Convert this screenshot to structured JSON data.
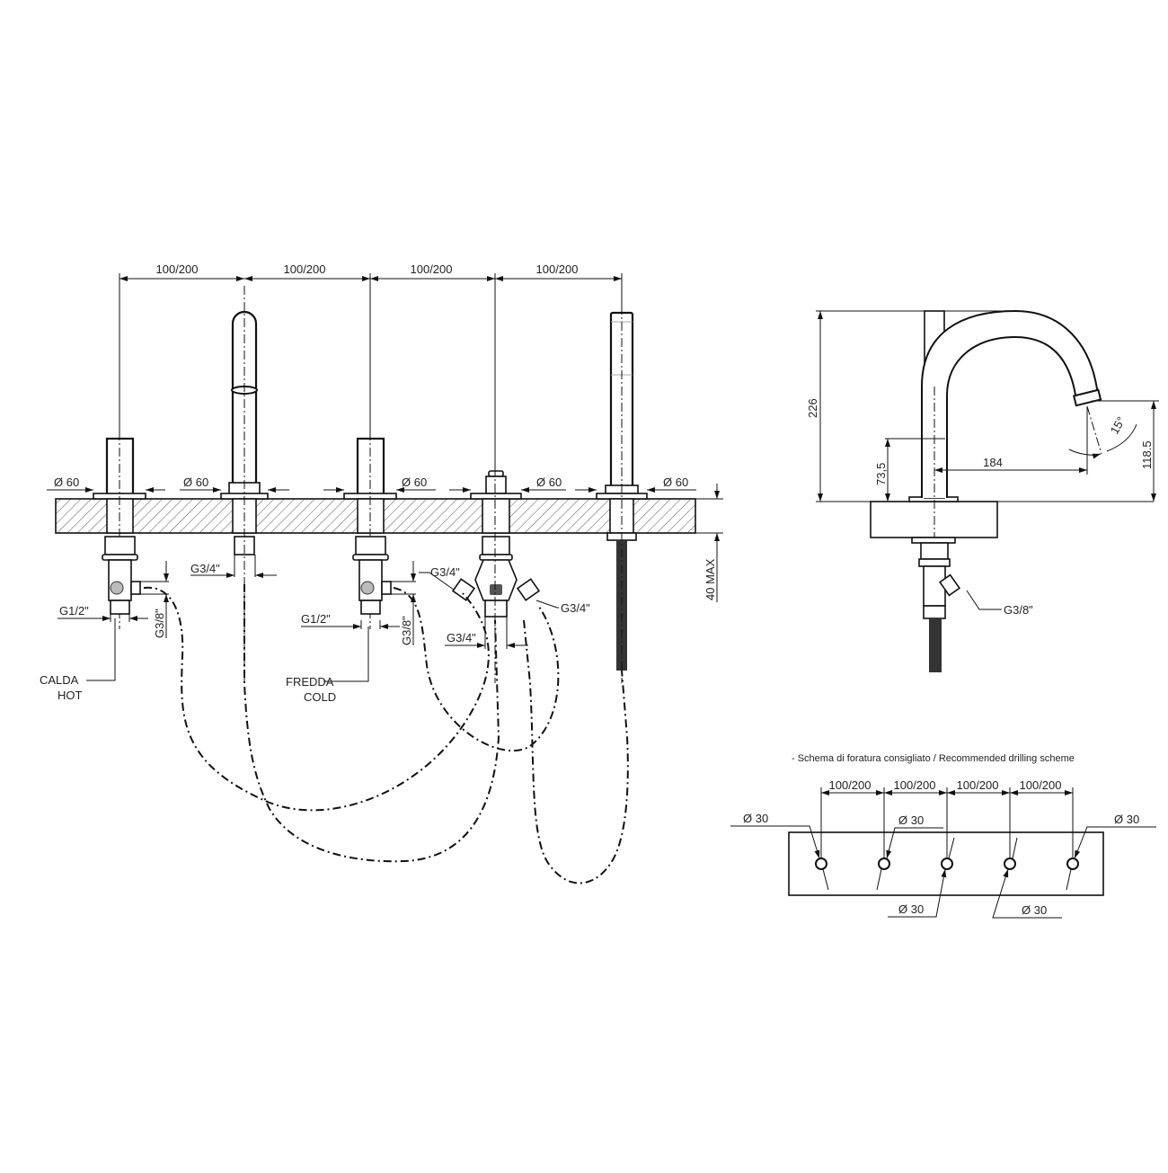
{
  "front_view": {
    "spacing_labels": [
      "100/200",
      "100/200",
      "100/200",
      "100/200"
    ],
    "diameter_labels": [
      "Ø 60",
      "Ø 60",
      "Ø 60",
      "Ø 60",
      "Ø 60"
    ],
    "deck_thickness": "40 MAX",
    "hot_valve": {
      "inlet": "G1/2\"",
      "outlet": "G3/8\"",
      "label_it": "CALDA",
      "label_en": "HOT"
    },
    "spout_outlet": "G3/4\"",
    "cold_valve": {
      "inlet": "G1/2\"",
      "outlet": "G3/8\"",
      "label_it": "FREDDA",
      "label_en": "COLD"
    },
    "diverter": {
      "left_inlet": "G3/4\"",
      "right_outlet": "G3/4\"",
      "bottom": "G3/4\""
    }
  },
  "side_view": {
    "total_height": "226",
    "lever_height": "73,5",
    "spout_height": "118.5",
    "spout_reach": "184",
    "spout_angle": "15°",
    "connection": "G3/8\""
  },
  "drilling_scheme": {
    "title": "- Schema di foratura consigliato / Recommended drilling scheme",
    "spacing_labels": [
      "100/200",
      "100/200",
      "100/200",
      "100/200"
    ],
    "hole_labels": [
      "Ø 30",
      "Ø 30",
      "Ø 30",
      "Ø 30",
      "Ø 30"
    ]
  }
}
